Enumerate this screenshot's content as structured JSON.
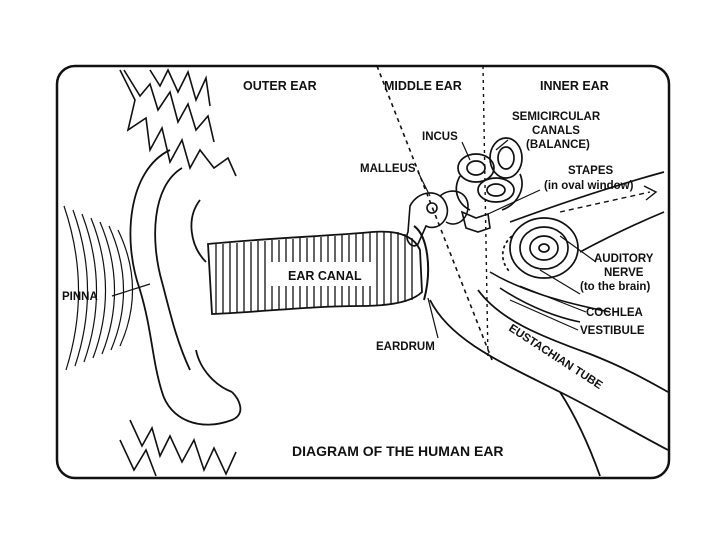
{
  "diagram": {
    "title": "DIAGRAM OF THE HUMAN EAR",
    "sections": {
      "outer": "OUTER EAR",
      "middle": "MIDDLE EAR",
      "inner": "INNER EAR"
    },
    "labels": {
      "pinna": "PINNA",
      "ear_canal": "EAR CANAL",
      "eardrum": "EARDRUM",
      "malleus": "MALLEUS",
      "incus": "INCUS",
      "semicircular_1": "SEMICIRCULAR",
      "semicircular_2": "CANALS",
      "semicircular_3": "(BALANCE)",
      "stapes_1": "STAPES",
      "stapes_2": "(in oval window)",
      "auditory_1": "AUDITORY",
      "auditory_2": "NERVE",
      "auditory_3": "(to the brain)",
      "cochlea": "COCHLEA",
      "vestibule": "VESTIBULE",
      "eustachian": "EUSTACHIAN TUBE"
    }
  }
}
